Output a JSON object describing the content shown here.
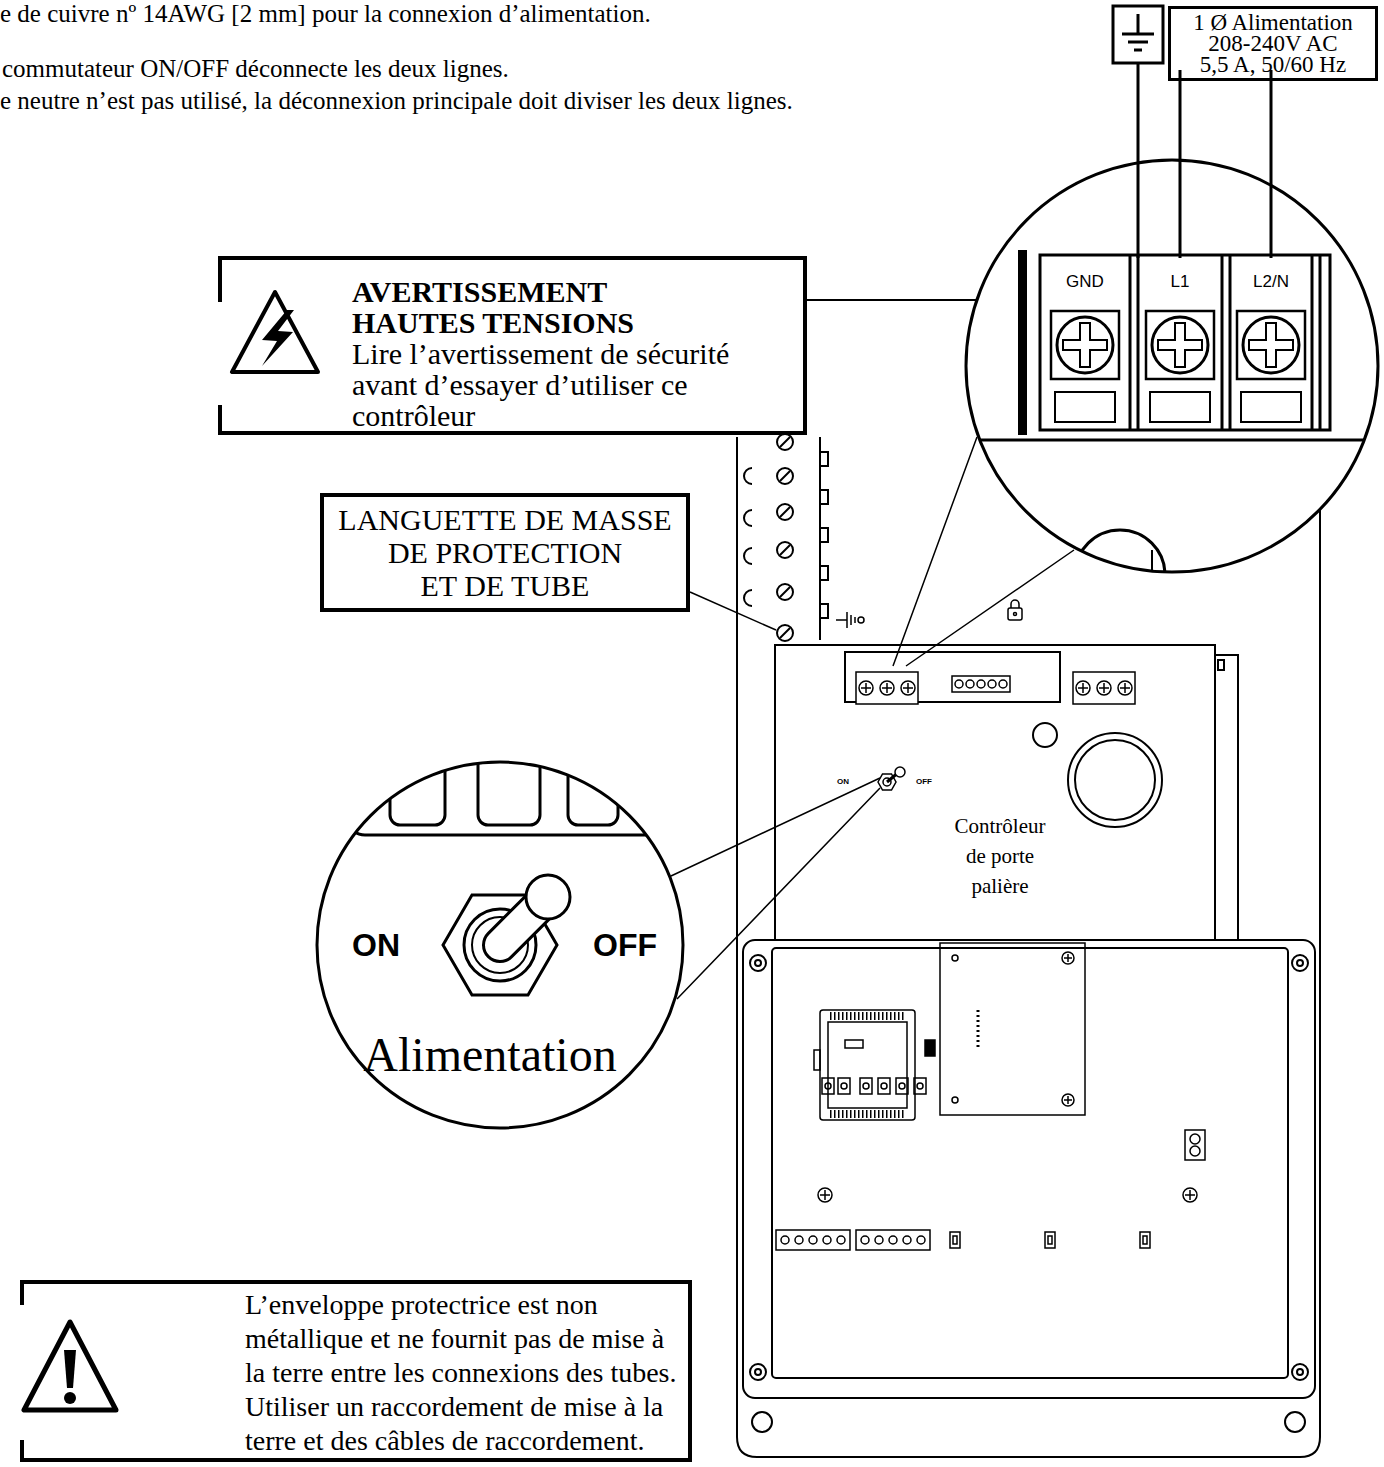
{
  "diagram": {
    "nodes": [
      {
        "text": [
          "1 Ø Alimentation",
          "208-240V AC",
          "5,5 A, 50/60 Hz"
        ]
      },
      {
        "text": [
          "AVERTISSEMENT HAUTES TENSIONS",
          "Lire l’avertissement de sécurité avant d’essayer d’utiliser ce contrôleur"
        ]
      },
      {
        "text": [
          "LANGUETTE DE MASSE DE PROTECTION ET DE TUBE"
        ]
      },
      {
        "text": [
          "L’enveloppe protectrice est non métallique et ne fournit pas de mise à la terre entre les connexions des tubes. Utiliser un raccordement de mise à la terre et des câbles de raccordement."
        ]
      }
    ],
    "labels": [
      "e de cuivre nº 14AWG [2 mm] pour la connexion d’alimentation.",
      "commutateur ON/OFF déconnecte les deux lignes.",
      "e neutre n’est pas utilisé, la déconnexion principale doit diviser les deux lignes.",
      "GND",
      "L1",
      "L2/N",
      "ON",
      "OFF",
      "Contrôleur de porte palière",
      "ON",
      "OFF",
      "Alimentation"
    ]
  }
}
